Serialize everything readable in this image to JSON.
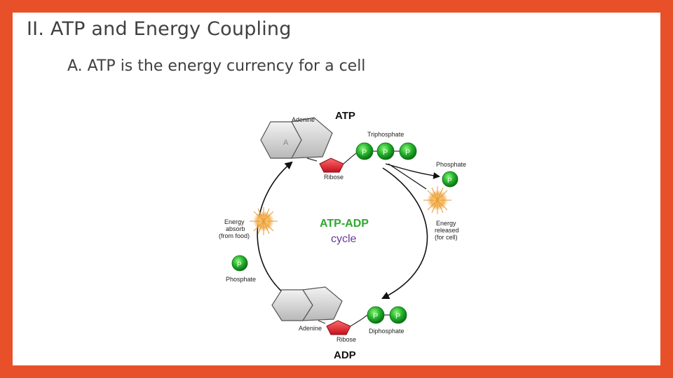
{
  "slide": {
    "title": "II.  ATP and Energy Coupling",
    "subtitle": "A.  ATP is the energy currency for a cell"
  },
  "diagram": {
    "top_molecule": {
      "name": "ATP",
      "base_label": "Adenine",
      "base_letter": "A",
      "sugar_label": "Ribose",
      "phosphate_group_label": "Triphosphate",
      "phosphates": [
        "P",
        "P",
        "P"
      ]
    },
    "bottom_molecule": {
      "name": "ADP",
      "base_label": "Adenine",
      "sugar_label": "Ribose",
      "phosphate_group_label": "Diphosphate",
      "phosphates": [
        "P",
        "P"
      ]
    },
    "center_line1": "ATP-ADP",
    "center_line2": "cycle",
    "released_phosphate": {
      "label": "Phosphate",
      "symbol": "P"
    },
    "absorbed_phosphate": {
      "label": "Phosphate",
      "symbol": "P"
    },
    "energy_released": [
      "Energy",
      "released",
      "(for cell)"
    ],
    "energy_absorbed": [
      "Energy",
      "absorb",
      "(from food)"
    ],
    "colors": {
      "border": "#e8502a",
      "phosphate_green": "#22b22a",
      "ribose_red": "#e8283a",
      "adenine_grey": "#c8c8c8",
      "center_text_green": "#2ea82e",
      "center_text_purple": "#6a3a9a"
    }
  }
}
